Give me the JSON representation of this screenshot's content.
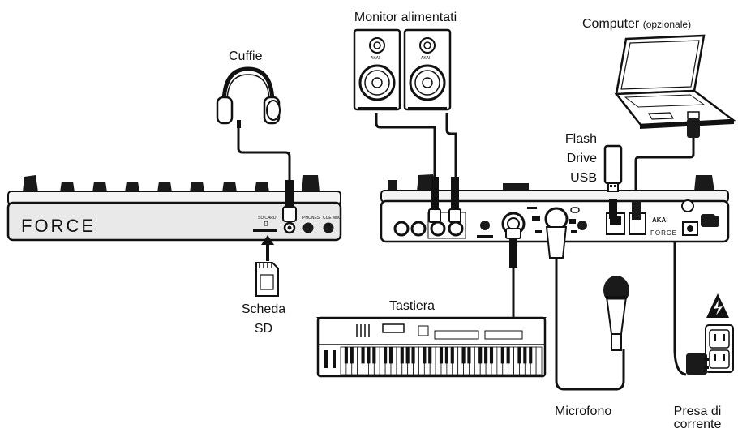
{
  "labels": {
    "monitors": "Monitor alimentati",
    "computer": "Computer",
    "computer_note": "(opzionale)",
    "headphones": "Cuffie",
    "flash_line1": "Flash",
    "flash_line2": "Drive",
    "flash_line3": "USB",
    "sd_line1": "Scheda",
    "sd_line2": "SD",
    "keyboard": "Tastiera",
    "microphone": "Microfono",
    "power_line1": "Presa di",
    "power_line2": "corrente"
  },
  "device": {
    "front_brand": "FORCE",
    "rear_brand": "AKAI",
    "rear_model": "FORCE",
    "speaker_brand": "AKAI",
    "front_sd_label": "SD CARD",
    "front_phones_label": "PHONES",
    "front_cue_label": "CUE MIX"
  },
  "colors": {
    "ink": "#111111",
    "device_body": "#f4f4f4",
    "device_front": "#e9e9e9",
    "knob": "#1a1a1a"
  },
  "icons": [
    "headphones-icon",
    "speaker-icon",
    "laptop-icon",
    "usb-plug-icon",
    "flash-drive-icon",
    "sd-card-icon",
    "arrow-up-icon",
    "keyboard-icon",
    "microphone-icon",
    "power-outlet-icon",
    "power-adapter-icon",
    "warning-icon"
  ]
}
